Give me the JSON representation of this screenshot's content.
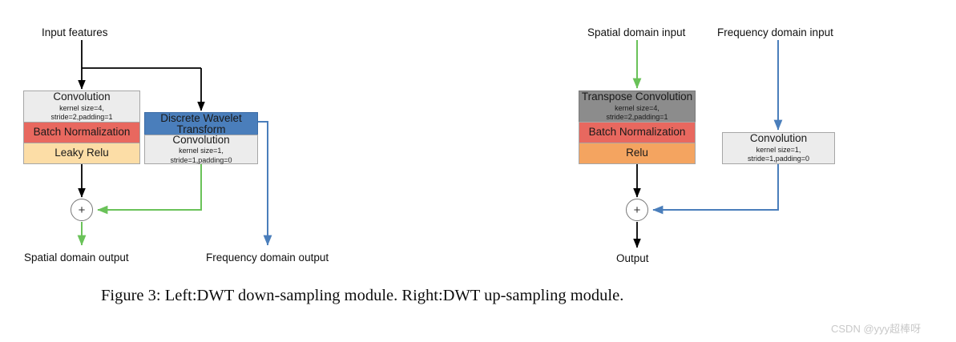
{
  "figure": {
    "caption": "Figure 3: Left:DWT down-sampling module. Right:DWT up-sampling module.",
    "watermark": "CSDN @yyy超棒呀"
  },
  "colors": {
    "spatial_flow": "#6ac259",
    "frequency_flow": "#4a7ebb",
    "main_flow": "#000000",
    "gray_block": "#ececec",
    "red_block": "#e8685f",
    "amber_block": "#fcdda6",
    "blue_block": "#4a7ebb",
    "dark_gray_block": "#8c8c8c",
    "orange_block": "#f4a460"
  },
  "left_module": {
    "name": "DWT down-sampling module",
    "input_label": "Input features",
    "main_branch": {
      "conv": {
        "title": "Convolution",
        "sub_line1": "kernel size=4,",
        "sub_line2": "stride=2,padding=1"
      },
      "norm": {
        "title": "Batch Normalization"
      },
      "activation": {
        "title": "Leaky Relu"
      }
    },
    "wavelet_branch": {
      "transform": {
        "title_line1": "Discrete Wavelet",
        "title_line2": "Transform"
      },
      "conv": {
        "title": "Convolution",
        "sub_line1": "kernel size=1,",
        "sub_line2": "stride=1,padding=0"
      }
    },
    "adder_symbol": "+",
    "outputs": {
      "spatial": "Spatial domain output",
      "frequency": "Frequency domain output"
    }
  },
  "right_module": {
    "name": "DWT up-sampling module",
    "inputs": {
      "spatial": "Spatial domain input",
      "frequency": "Frequency domain input"
    },
    "main_branch": {
      "conv": {
        "title": "Transpose Convolution",
        "sub_line1": "kernel size=4,",
        "sub_line2": "stride=2,padding=1"
      },
      "norm": {
        "title": "Batch Normalization"
      },
      "activation": {
        "title": "Relu"
      }
    },
    "frequency_branch": {
      "conv": {
        "title": "Convolution",
        "sub_line1": "kernel size=1,",
        "sub_line2": "stride=1,padding=0"
      }
    },
    "adder_symbol": "+",
    "output_label": "Output"
  }
}
